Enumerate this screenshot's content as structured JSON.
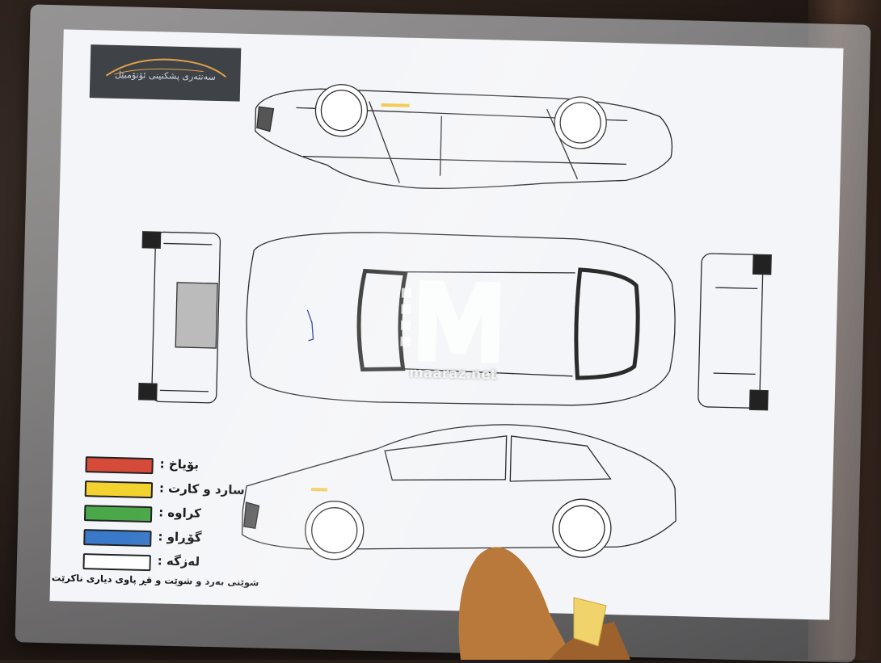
{
  "logo": {
    "text": "سەنتەری پشکنینی ئۆتۆمبێل"
  },
  "legend": [
    {
      "label": "بۆیاخ :",
      "color": "#d64a3a"
    },
    {
      "label": "سارد و کارت :",
      "color": "#f2d22e"
    },
    {
      "label": "کراوە :",
      "color": "#4aa84a"
    },
    {
      "label": "گۆڕاو :",
      "color": "#3a79c9"
    },
    {
      "label": "لەزگە :",
      "color": "#ffffff"
    }
  ],
  "note": "شوێنی بەرد و شوێت و قڕ پاوی دیاری ناکرێت",
  "watermark": {
    "text": "maaraz.net"
  },
  "colors": {
    "line": "#2b2b2b",
    "paper": "#f4f5f8",
    "glove": "#b8793a"
  }
}
